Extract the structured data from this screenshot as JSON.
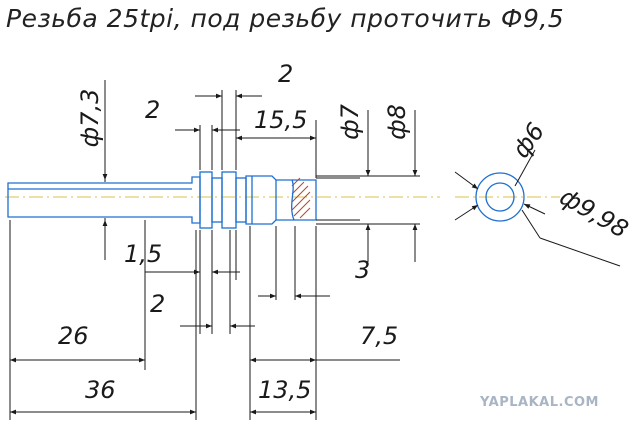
{
  "title": "Резьба 25tpi, под резьбу проточить Ф9,5",
  "dimensions": {
    "d73": "ф7,3",
    "top2a": "2",
    "top2b": "2",
    "d155": "15,5",
    "d7": "ф7",
    "d8": "ф8",
    "d6": "ф6",
    "d998": "ф9,98",
    "d15": "1,5",
    "d3": "3",
    "mid2": "2",
    "d26": "26",
    "d75": "7,5",
    "d36": "36",
    "d135": "13,5"
  },
  "watermark": "YAPLAKAL.COM",
  "colors": {
    "part": "#1e6fd0",
    "dimension": "#1a1a1a",
    "axis": "#d8c24a",
    "hatch": "#b8432a"
  }
}
